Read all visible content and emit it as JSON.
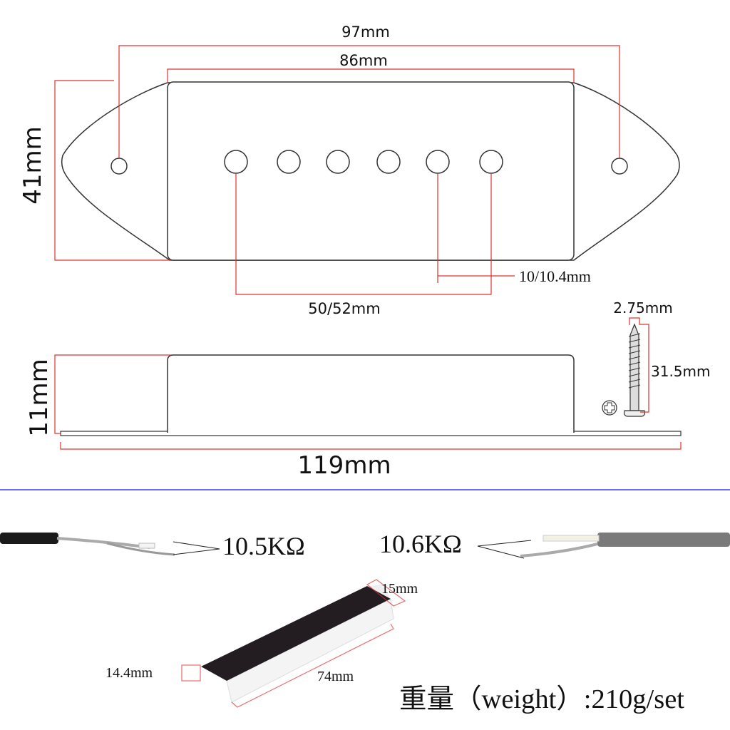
{
  "top_view": {
    "width_outer": "97mm",
    "width_cover": "86mm",
    "height": "41mm",
    "pole_span": "50/52mm",
    "pole_spacing": "10/10.4mm"
  },
  "side_view": {
    "height": "11mm",
    "total_length": "119mm"
  },
  "screw": {
    "diameter": "2.75mm",
    "length": "31.5mm"
  },
  "cables": {
    "left_resistance": "10.5KΩ",
    "right_resistance": "10.6KΩ"
  },
  "magnet": {
    "width": "15mm",
    "height": "14.4mm",
    "length": "74mm"
  },
  "weight": "重量（weight）:210g/set",
  "colors": {
    "dimension_red": "#e03030",
    "divider_blue": "#3a3aff",
    "outline": "#333333"
  }
}
